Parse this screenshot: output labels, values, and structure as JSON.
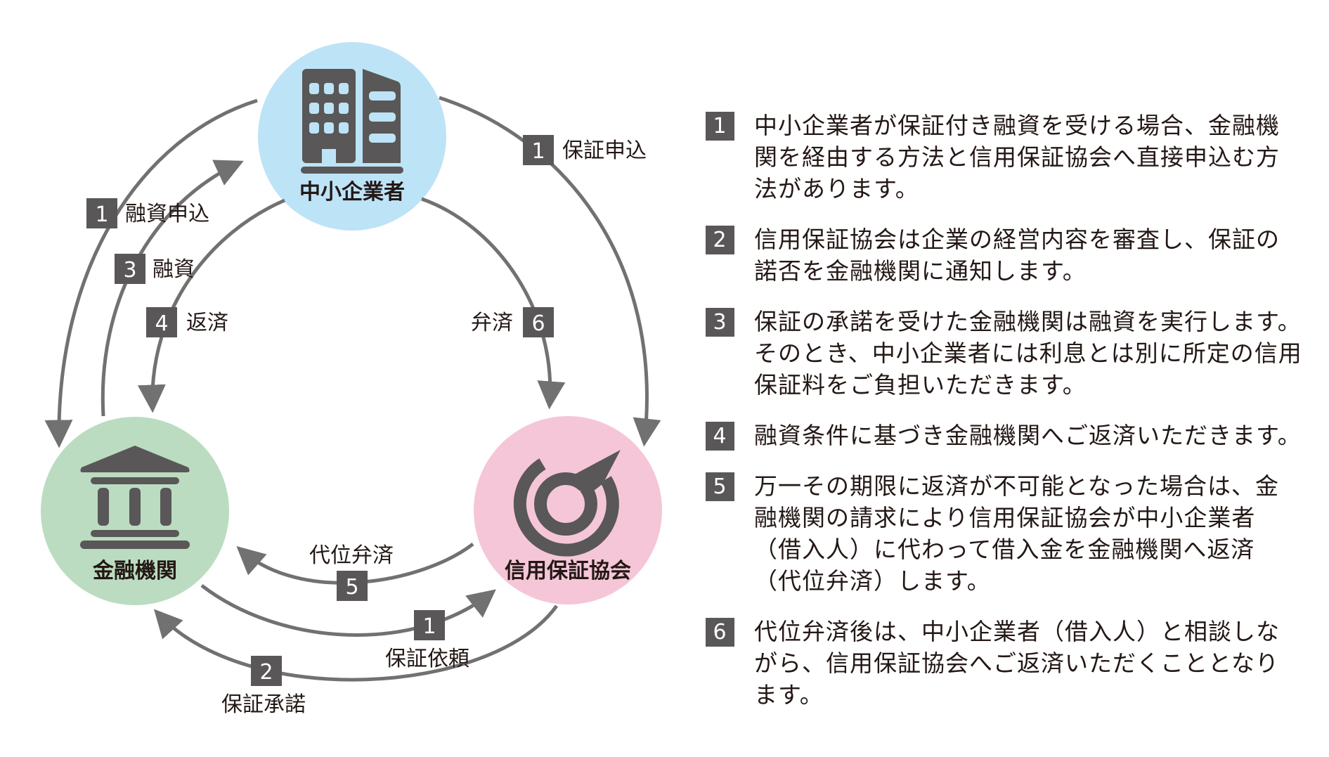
{
  "colors": {
    "company_circle": "#bde3f7",
    "bank_circle": "#bbdcc1",
    "guarantee_circle": "#f5c6d8",
    "icon": "#595757",
    "arrow": "#727171",
    "badge": "#595757"
  },
  "nodes": {
    "company": {
      "label": "中小企業者",
      "icon": "building-icon"
    },
    "bank": {
      "label": "金融機関",
      "icon": "bank-icon"
    },
    "guarantee": {
      "label": "信用保証協会",
      "icon": "target-arrow-icon"
    }
  },
  "flows": [
    {
      "num": "1",
      "label": "融資申込"
    },
    {
      "num": "3",
      "label": "融資"
    },
    {
      "num": "4",
      "label": "返済"
    },
    {
      "num": "1",
      "label": "保証申込"
    },
    {
      "num": "6",
      "label": "弁済"
    },
    {
      "num": "5",
      "label": "代位弁済"
    },
    {
      "num": "1",
      "label": "保証依頼"
    },
    {
      "num": "2",
      "label": "保証承諾"
    }
  ],
  "steps": [
    {
      "num": "1",
      "text": "中小企業者が保証付き融資を受ける場合、金融機関を経由する方法と信用保証協会へ直接申込む方法があります。"
    },
    {
      "num": "2",
      "text": "信用保証協会は企業の経営内容を審査し、保証の諾否を金融機関に通知します。"
    },
    {
      "num": "3",
      "text": "保証の承諾を受けた金融機関は融資を実行します。そのとき、中小企業者には利息とは別に所定の信用保証料をご負担いただきます。"
    },
    {
      "num": "4",
      "text": "融資条件に基づき金融機関へご返済いただきます。"
    },
    {
      "num": "5",
      "text": "万一その期限に返済が不可能となった場合は、金融機関の請求により信用保証協会が中小企業者（借入人）に代わって借入金を金融機関へ返済（代位弁済）します。"
    },
    {
      "num": "6",
      "text": "代位弁済後は、中小企業者（借入人）と相談しながら、信用保証協会へご返済いただくこととなります。"
    }
  ]
}
